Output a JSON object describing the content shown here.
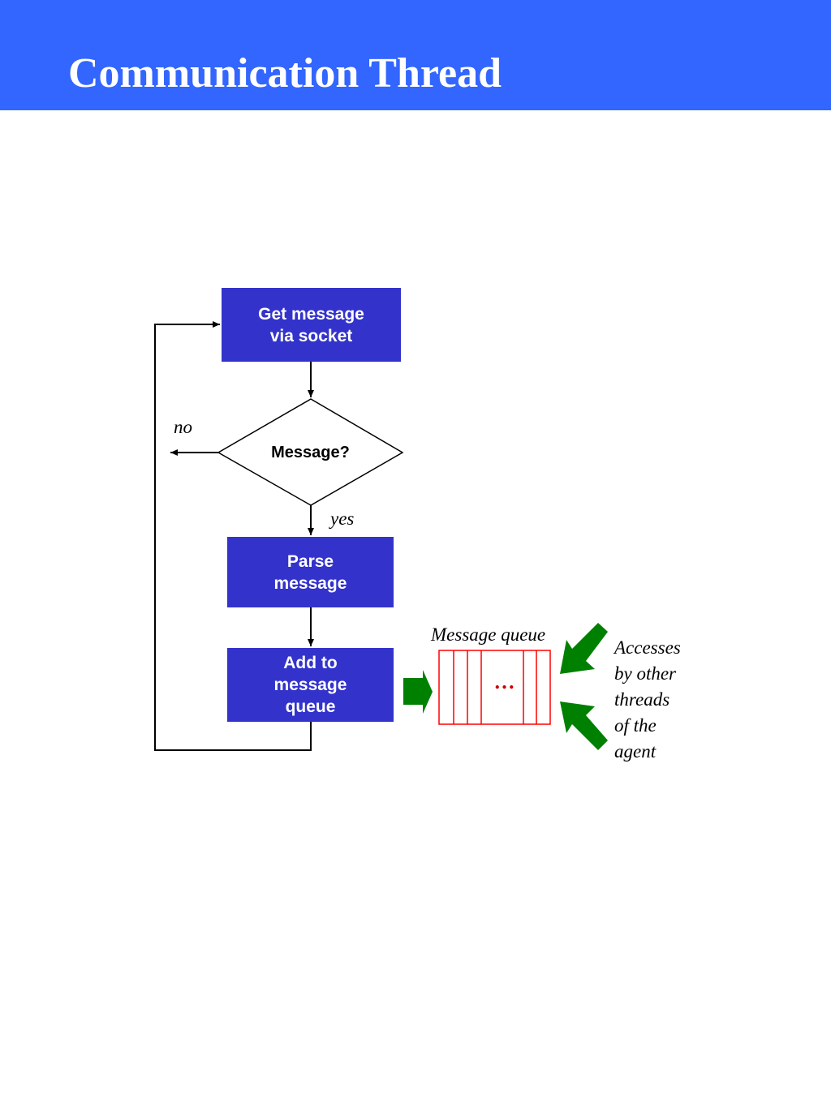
{
  "slide": {
    "title": "Communication Thread"
  },
  "flowchart": {
    "step_get": "Get message\nvia socket",
    "decision": "Message?",
    "branch_no": "no",
    "branch_yes": "yes",
    "step_parse": "Parse\nmessage",
    "step_add": "Add to\nmessage\nqueue"
  },
  "queue": {
    "label": "Message queue",
    "ellipsis": "…"
  },
  "accesses": "Accesses\nby other\nthreads\nof the\nagent",
  "colors": {
    "header_bg": "#3366ff",
    "box_fill": "#3333cc",
    "queue_stroke": "#ff0000",
    "access_arrow": "#008000"
  }
}
